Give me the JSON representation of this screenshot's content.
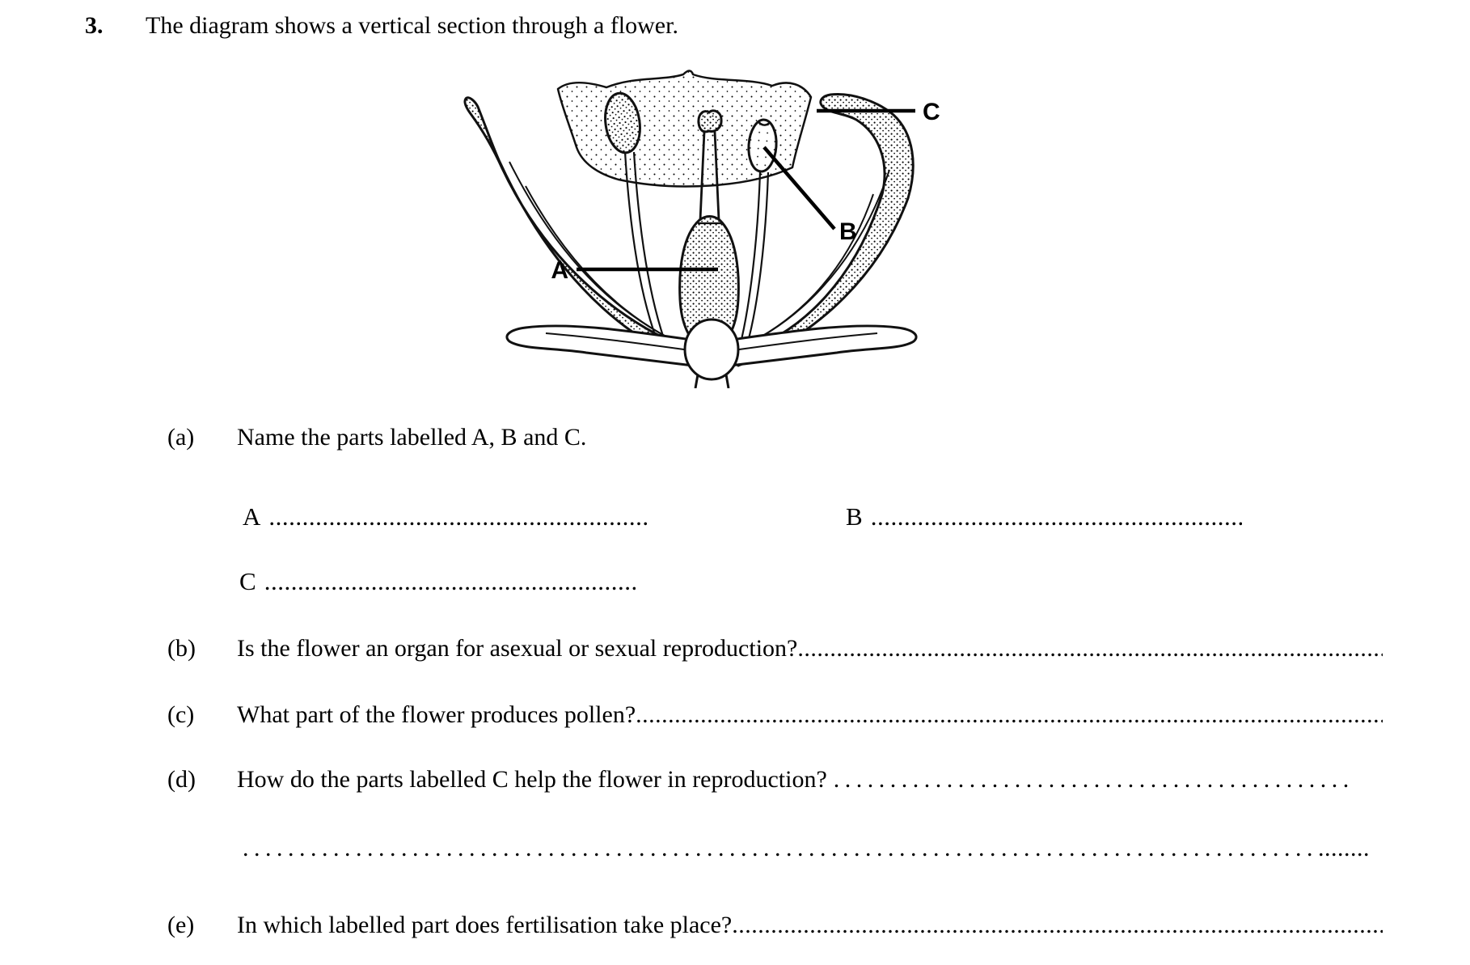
{
  "question": {
    "number": "3.",
    "intro": "The diagram shows a vertical section through a flower."
  },
  "diagram": {
    "label_a": "A",
    "label_b": "B",
    "label_c": "C"
  },
  "parts": {
    "a": {
      "id": "(a)",
      "prompt": "Name the parts labelled A, B and C."
    },
    "b": {
      "id": "(b)",
      "prompt": "Is the flower an organ for asexual or sexual reproduction?",
      "dots": "...................................................................................................."
    },
    "c": {
      "id": "(c)",
      "prompt": "What part of the flower produces pollen?",
      "dots": ".................................................................................................................................."
    },
    "d": {
      "id": "(d)",
      "prompt": "How do the parts labelled C help the flower in reproduction?",
      "dots": "..............................................",
      "continuation_spaced": "...............................................................................................",
      "continuation_tail": "........."
    },
    "e": {
      "id": "(e)",
      "prompt": "In which labelled part does fertilisation take place?",
      "dots": ".............................................................................................................."
    }
  },
  "answers": {
    "a_label": "A",
    "a_dots": "..............................................................",
    "b_label": "B",
    "b_dots": "...........................................................",
    "c_label": "C",
    "c_dots": "..........................................................."
  }
}
